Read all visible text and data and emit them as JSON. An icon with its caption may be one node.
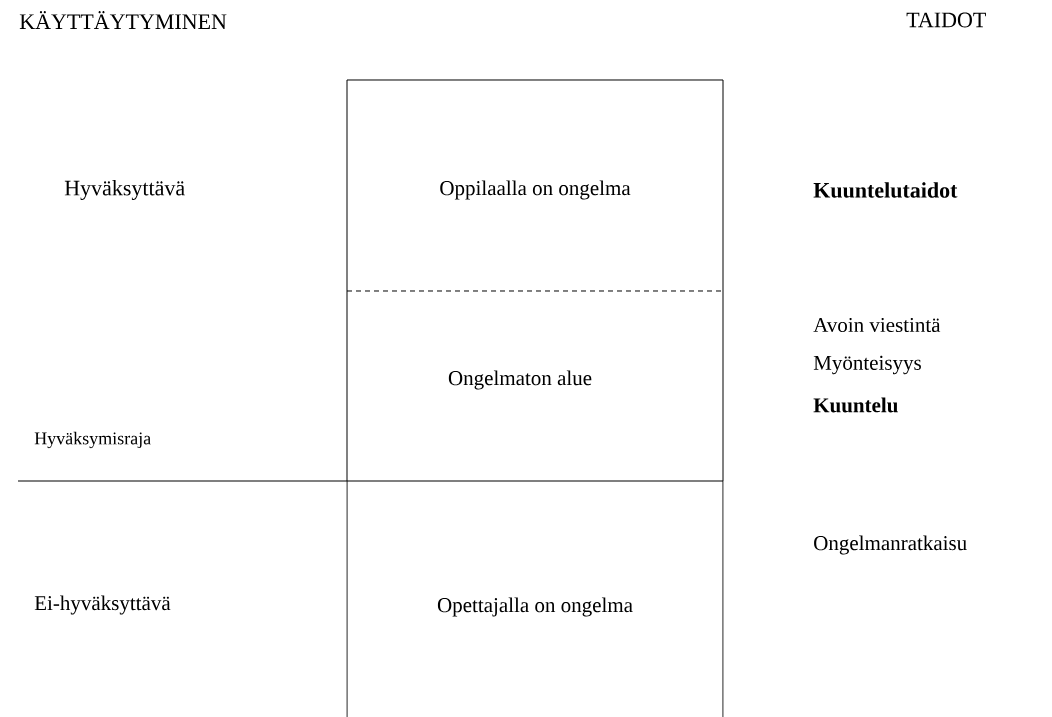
{
  "diagram": {
    "nodes": [
      {
        "text": [
          "Oppilaalla on ongelma"
        ]
      },
      {
        "text": [
          "Ongelmaton alue"
        ]
      },
      {
        "text": [
          "Opettajalla on ongelma"
        ]
      }
    ],
    "labels": [
      "KÄYTTÄYTYMINEN",
      "TAIDOT",
      "Hyväksyttävä",
      "Kuuntelutaidot",
      "Avoin viestintä",
      "Myönteisyys",
      "Kuuntelu",
      "Hyväksymisraja",
      "Ongelmanratkaisu",
      "Ei-hyväksyttävä"
    ]
  }
}
